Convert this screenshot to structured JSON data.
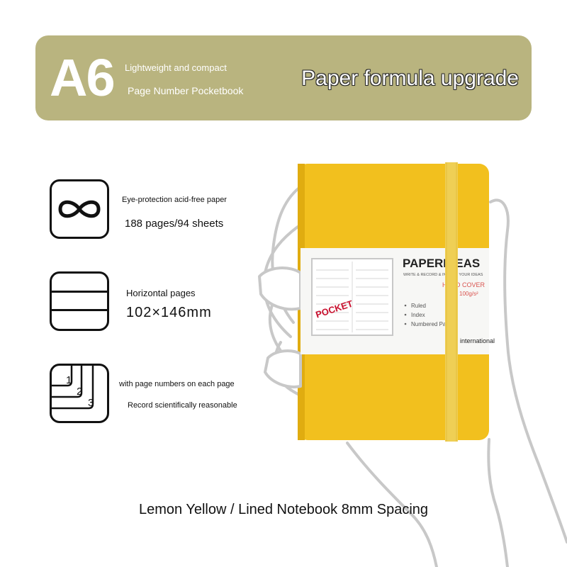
{
  "banner": {
    "size": "A6",
    "line1": "Lightweight and compact",
    "line2": "Page Number Pocketbook",
    "headline": "Paper formula upgrade"
  },
  "features": [
    {
      "icon": "infinity-icon",
      "line1": "Eye-protection acid-free paper",
      "line2": "188 pages/94 sheets"
    },
    {
      "icon": "horizontal-lines-icon",
      "line1": "Horizontal pages",
      "line2": "102×146mm"
    },
    {
      "icon": "page-numbers-icon",
      "line1": "with page numbers on each page",
      "line2": "Record scientifically reasonable",
      "digits": [
        "1",
        "2",
        "3"
      ]
    }
  ],
  "notebook": {
    "brand": "PAPERIDEAS",
    "tagline": "WRITE & RECORD & INSPIRE YOUR IDEAS",
    "cover": "HARD COVER",
    "weight": "100g/s²",
    "stamp": "POCKET",
    "bullets": [
      "Ruled",
      "Index",
      "Numbered Pages"
    ],
    "international": "international",
    "cover_color": "#f2c01e",
    "band_color": "#efcf55"
  },
  "caption": "Lemon Yellow / Lined Notebook 8mm Spacing",
  "colors": {
    "banner": "#b9b47f",
    "stamp": "#c8102e"
  }
}
